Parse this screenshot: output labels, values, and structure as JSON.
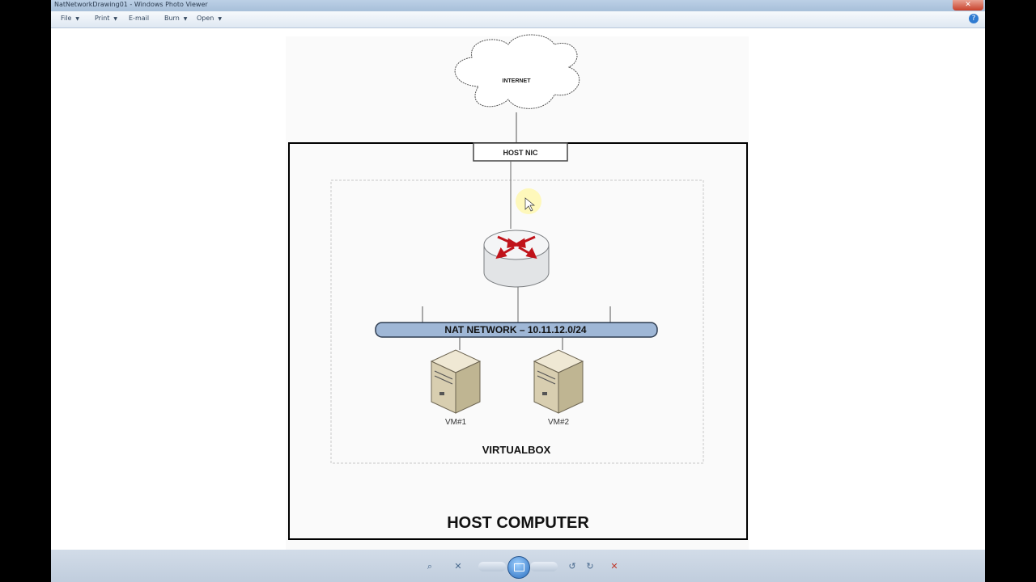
{
  "window": {
    "title": "NatNetworkDrawing01 - Windows Photo Viewer",
    "close_glyph": "✕"
  },
  "menu": {
    "items": [
      "File",
      "Print",
      "E-mail",
      "Burn",
      "Open"
    ],
    "help_glyph": "?"
  },
  "diagram": {
    "cloud_label": "INTERNET",
    "nic_label": "HOST NIC",
    "network_label": "NAT NETWORK – 10.11.12.0/24",
    "vm1_label": "VM#1",
    "vm2_label": "VM#2",
    "virtualbox_label": "VIRTUALBOX",
    "host_label": "HOST COMPUTER"
  },
  "controls": {
    "zoom_glyph": "⌕",
    "actual_size_glyph": "✕",
    "rotate_ccw_glyph": "↺",
    "rotate_cw_glyph": "↻",
    "delete_glyph": "✕"
  },
  "colors": {
    "router_arrow": "#c0131a",
    "network_bar": "#9fb7d6",
    "server_body": "#d8ceb0"
  }
}
